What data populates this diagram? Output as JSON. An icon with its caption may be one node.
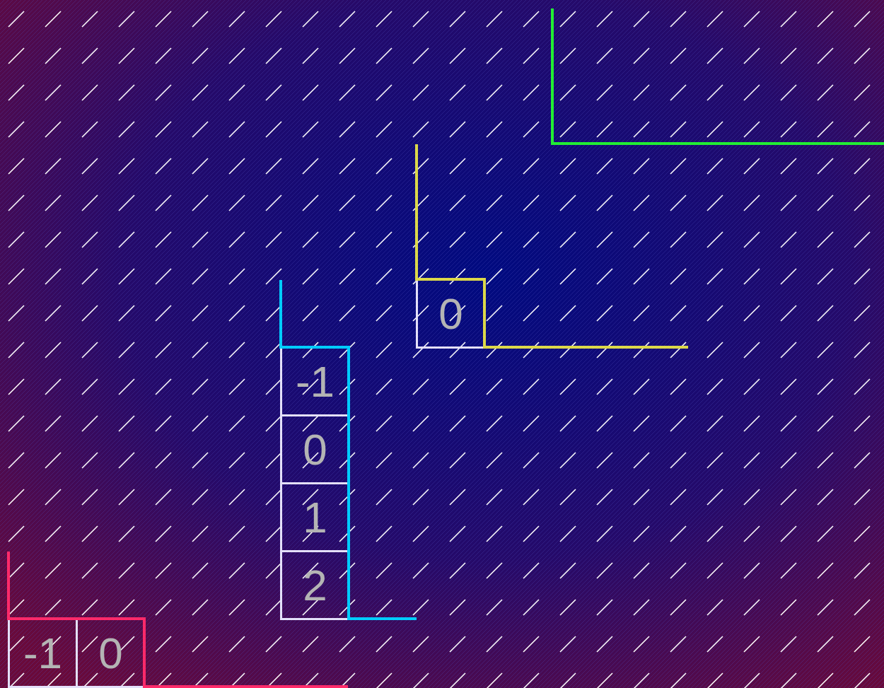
{
  "diagram": {
    "nodes": [
      {
        "text": [
          "0"
        ]
      },
      {
        "text": [
          "-1"
        ]
      },
      {
        "text": [
          "0"
        ]
      },
      {
        "text": [
          "1"
        ]
      },
      {
        "text": [
          "2"
        ]
      },
      {
        "text": [
          "-1"
        ]
      },
      {
        "text": [
          "0"
        ]
      }
    ]
  }
}
